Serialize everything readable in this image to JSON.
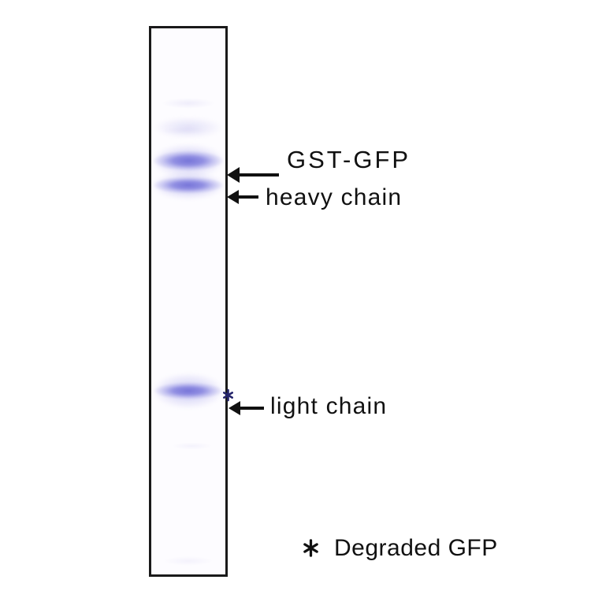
{
  "figure": {
    "kind": "SDS-PAGE gel lane with annotations",
    "lane_count": 1
  },
  "gel": {
    "bands": [
      {
        "id": "faint-upper-band",
        "intensity": "faint",
        "annotation": ""
      },
      {
        "id": "gst-gfp-band",
        "intensity": "strong",
        "annotation": "GST-GFP"
      },
      {
        "id": "heavy-chain-band",
        "intensity": "strong",
        "annotation": "heavy chain"
      },
      {
        "id": "light-chain-band",
        "intensity": "medium",
        "annotation": "light chain",
        "marker": "*"
      }
    ]
  },
  "annotations": {
    "gst_gfp": {
      "label": "GST-GFP",
      "arrow": "left"
    },
    "heavy_chain": {
      "label": "heavy chain",
      "arrow": "left"
    },
    "light_chain": {
      "label": "light chain",
      "arrow": "left",
      "marker": "*"
    }
  },
  "legend": {
    "marker": "*",
    "label": "Degraded GFP"
  },
  "icons": {
    "arrowhead": "left-pointing solid triangle",
    "asterisk": "six-spoke asterisk"
  },
  "colors": {
    "text": "#111111",
    "arrow": "#111111",
    "lane_border": "#1a1a1a",
    "lane_bg": "#fdfcff",
    "band_core": "#7270d7",
    "band_halo": "#cdcaf0",
    "marker_dark": "#24246b"
  }
}
